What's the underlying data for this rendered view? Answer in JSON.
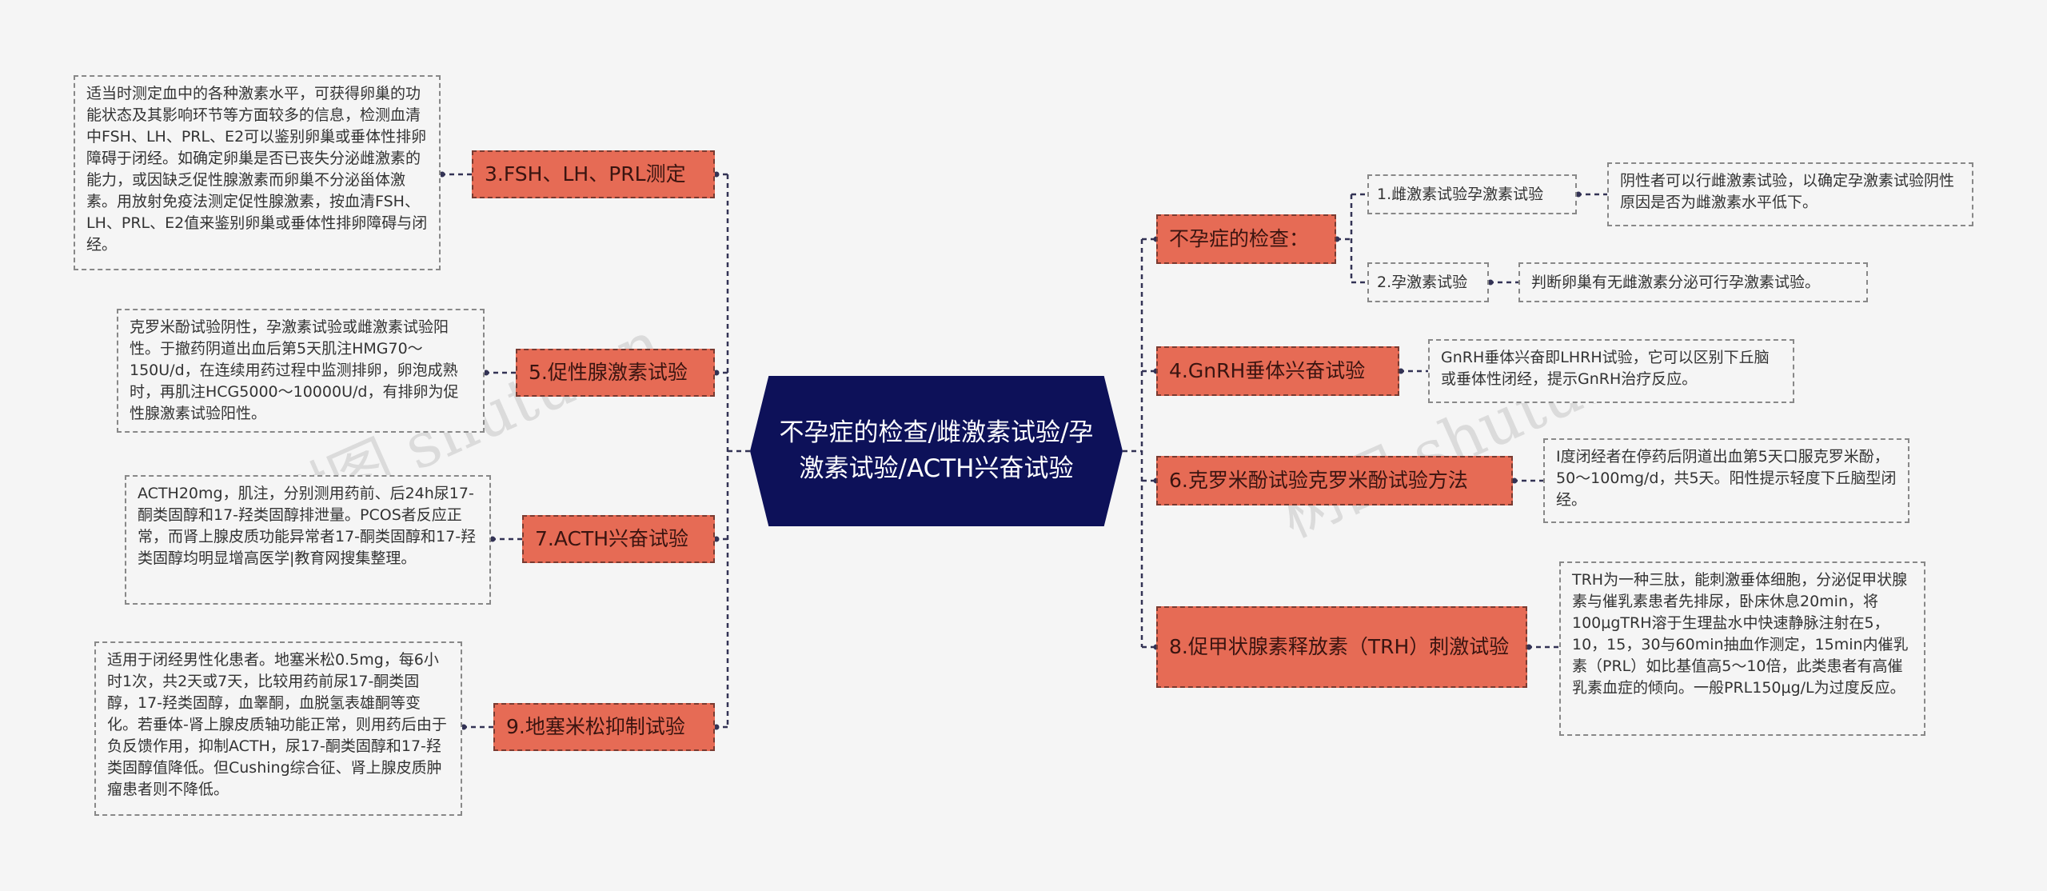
{
  "center": {
    "title": "不孕症的检查/雌激素试验/孕激素试验/ACTH兴奋试验"
  },
  "watermark": "树图 shutu.cn",
  "colors": {
    "center_fill": "#0d1159",
    "topic_fill": "#e66b55",
    "connector": "#333355",
    "background": "#f5f5f5"
  },
  "left_topics": [
    {
      "label": "3.FSH、LH、PRL测定",
      "detail": "适当时测定血中的各种激素水平，可获得卵巢的功能状态及其影响环节等方面较多的信息，检测血清中FSH、LH、PRL、E2可以鉴别卵巢或垂体性排卵障碍于闭经。如确定卵巢是否已丧失分泌雌激素的能力，或因缺乏促性腺激素而卵巢不分泌甾体激素。用放射免疫法测定促性腺激素，按血清FSH、LH、PRL、E2值来鉴别卵巢或垂体性排卵障碍与闭经。"
    },
    {
      "label": "5.促性腺激素试验",
      "detail": "克罗米酚试验阴性，孕激素试验或雌激素试验阳性。于撤药阴道出血后第5天肌注HMG70～150U/d，在连续用药过程中监测排卵，卵泡成熟时，再肌注HCG5000～10000U/d，有排卵为促性腺激素试验阳性。"
    },
    {
      "label": "7.ACTH兴奋试验",
      "detail": "ACTH20mg，肌注，分别测用药前、后24h尿17-酮类固醇和17-羟类固醇排泄量。PCOS者反应正常，而肾上腺皮质功能异常者17-酮类固醇和17-羟类固醇均明显增高医学|教育网搜集整理。"
    },
    {
      "label": "9.地塞米松抑制试验",
      "detail": "适用于闭经男性化患者。地塞米松0.5mg，每6小时1次，共2天或7天，比较用药前尿17-酮类固醇，17-羟类固醇，血睾酮，血脱氢表雄酮等变化。若垂体-肾上腺皮质轴功能正常，则用药后由于负反馈作用，抑制ACTH，尿17-酮类固醇和17-羟类固醇值降低。但Cushing综合征、肾上腺皮质肿瘤患者则不降低。"
    }
  ],
  "right_topics": [
    {
      "label": "不孕症的检查：",
      "children": [
        {
          "label": "1.雌激素试验孕激素试验",
          "detail": "阴性者可以行雌激素试验，以确定孕激素试验阴性原因是否为雌激素水平低下。"
        },
        {
          "label": "2.孕激素试验",
          "detail": "判断卵巢有无雌激素分泌可行孕激素试验。"
        }
      ]
    },
    {
      "label": "4.GnRH垂体兴奋试验",
      "detail": "GnRH垂体兴奋即LHRH试验，它可以区别下丘脑或垂体性闭经，提示GnRH治疗反应。"
    },
    {
      "label": "6.克罗米酚试验克罗米酚试验方法",
      "detail": "Ⅰ度闭经者在停药后阴道出血第5天口服克罗米酚，50～100mg/d，共5天。阳性提示轻度下丘脑型闭经。"
    },
    {
      "label": "8.促甲状腺素释放素（TRH）刺激试验",
      "detail": "TRH为一种三肽，能刺激垂体细胞，分泌促甲状腺素与催乳素患者先排尿，卧床休息20min，将100μgTRH溶于生理盐水中快速静脉注射在5，10，15，30与60min抽血作测定，15min内催乳素（PRL）如比基值高5～10倍，此类患者有高催乳素血症的倾向。一般PRL150μg/L为过度反应。"
    }
  ]
}
